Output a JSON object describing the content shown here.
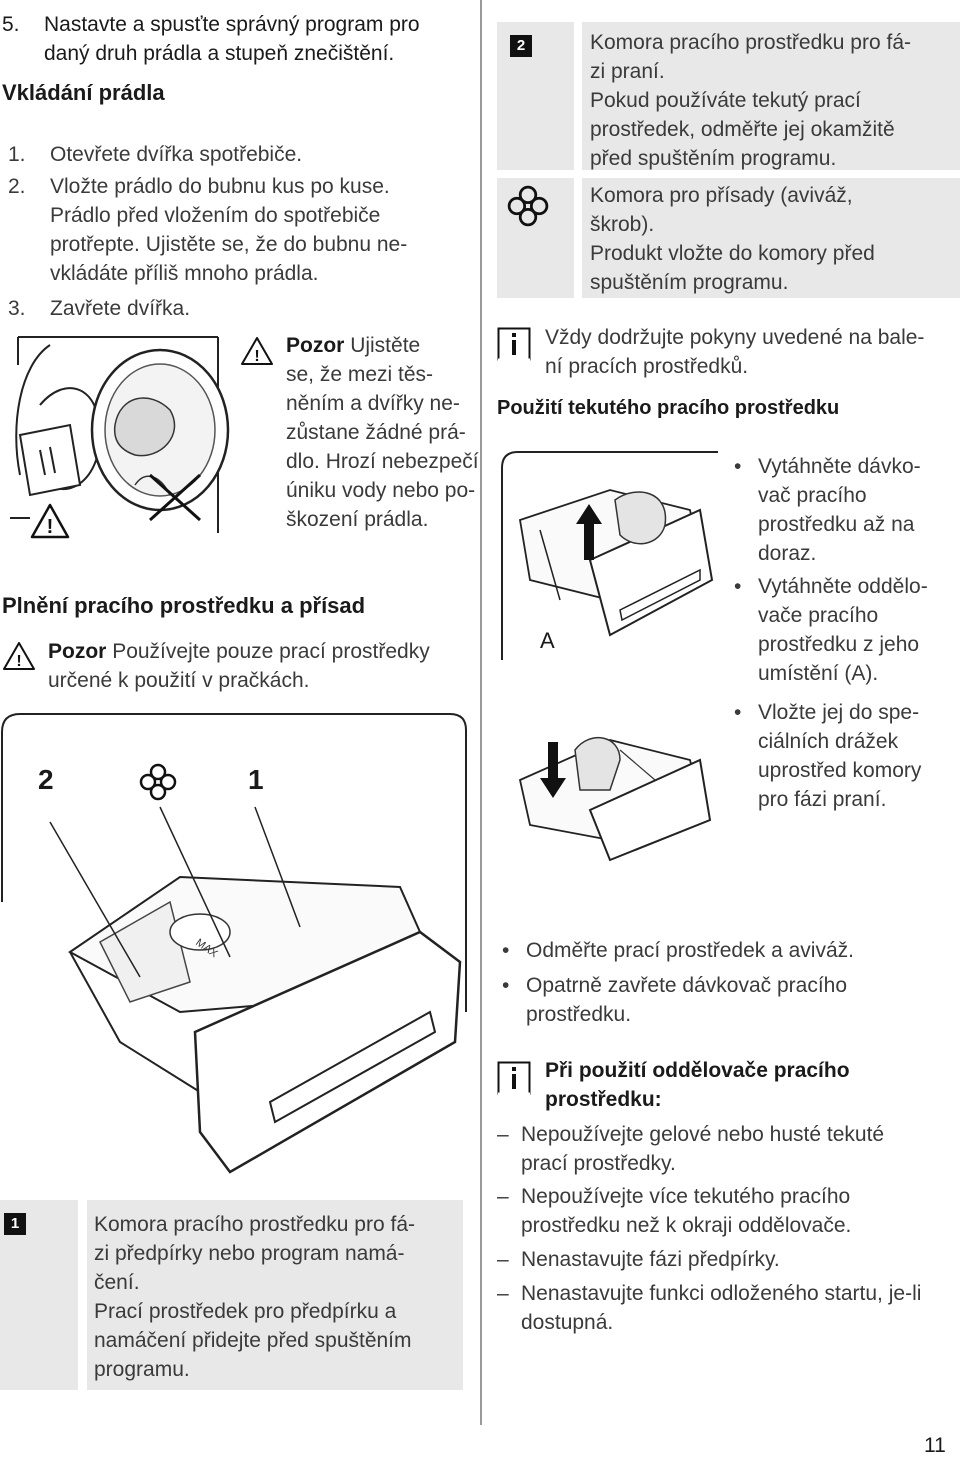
{
  "left": {
    "step5": {
      "num": "5.",
      "text_line1": "Nastavte a spusťte správný program pro",
      "text_line2": "daný druh prádla a stupeň znečištění."
    },
    "loading_heading": "Vkládání prádla",
    "steps": [
      {
        "num": "1.",
        "lines": [
          "Otevřete dvířka spotřebiče."
        ]
      },
      {
        "num": "2.",
        "lines": [
          "Vložte prádlo do bubnu kus po kuse.",
          "Prádlo před vložením do spotřebiče",
          "protřepte. Ujistěte se, že do bubnu ne-",
          "vkládáte příliš mnoho prádla."
        ]
      },
      {
        "num": "3.",
        "lines": [
          "Zavřete dvířka."
        ]
      }
    ],
    "caution1": {
      "label": "Pozor",
      "lines": [
        "Ujistěte",
        "se, že mezi těs-",
        "něním a dvířky ne-",
        "zůstane žádné prá-",
        "dlo. Hrozí nebezpečí",
        "úniku vody nebo po-",
        "škození prádla."
      ]
    },
    "filling_heading": "Plnění pracího prostředku a přísad",
    "caution2": {
      "label": "Pozor",
      "line1": "Používejte pouze prací prostředky",
      "line2": "určené k použití v pračkách."
    },
    "drawer_labels": {
      "left": "2",
      "right": "1"
    },
    "legend1": {
      "badge": "1",
      "lines": [
        "Komora pracího prostředku pro fá-",
        "zi předpírky nebo program namá-",
        "čení.",
        "Prací prostředek pro předpírku a",
        "namáčení přidejte před spuštěním",
        "programu."
      ]
    }
  },
  "right": {
    "legend2": {
      "badge": "2",
      "lines": [
        "Komora pracího prostředku pro fá-",
        "zi praní.",
        "Pokud používáte tekutý prací",
        "prostředek, odměřte jej okamžitě",
        "před spuštěním programu."
      ]
    },
    "legend_flower": {
      "lines": [
        "Komora pro přísady (aviváž,",
        "škrob).",
        "Produkt vložte do komory před",
        "spuštěním programu."
      ]
    },
    "info1": {
      "lines": [
        "Vždy dodržujte pokyny uvedené na bale-",
        "ní pracích prostředků."
      ]
    },
    "liquid_heading": "Použití tekutého pracího prostředku",
    "figure_label": "A",
    "liquid_bullets": [
      {
        "lines": [
          "Vytáhněte dávko-",
          "vač pracího",
          "prostředku až na",
          "doraz."
        ]
      },
      {
        "lines": [
          "Vytáhněte oddělo-",
          "vače pracího",
          "prostředku z jeho",
          "umístění (A)."
        ]
      },
      {
        "lines": [
          "Vložte jej do spe-",
          "ciálních drážek",
          "uprostřed komory",
          "pro fázi praní."
        ]
      }
    ],
    "bullets2": [
      {
        "lines": [
          "Odměřte prací prostředek a aviváž."
        ]
      },
      {
        "lines": [
          "Opatrně zavřete dávkovač pracího",
          "prostředku."
        ]
      }
    ],
    "info2": {
      "lines": [
        "Při použití oddělovače pracího",
        "prostředku:"
      ]
    },
    "dashes": [
      {
        "lines": [
          "Nepoužívejte gelové nebo husté tekuté",
          "prací prostředky."
        ]
      },
      {
        "lines": [
          "Nepoužívejte více tekutého pracího",
          "prostředku než k okraji oddělovače."
        ]
      },
      {
        "lines": [
          "Nenastavujte fázi předpírky."
        ]
      },
      {
        "lines": [
          "Nenastavujte funkci odloženého startu, je-li",
          "dostupná."
        ]
      }
    ]
  },
  "page_number": "11",
  "icons": [
    "warning-triangle-icon",
    "flower-icon",
    "info-icon",
    "arrow-up-icon",
    "arrow-down-icon"
  ]
}
